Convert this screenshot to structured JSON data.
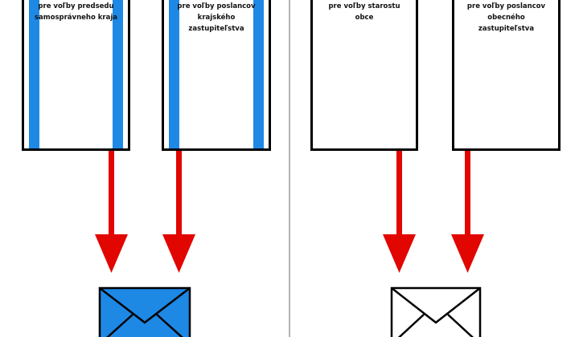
{
  "left": {
    "ballot_1": {
      "label": "pre voľby predsedu\nsamosprávneho kraja"
    },
    "ballot_2": {
      "label": "pre voľby poslancov\nkrajského zastupiteľstva"
    },
    "envelope": {
      "color": "#1e88e5"
    }
  },
  "right": {
    "ballot_3": {
      "label": "pre voľby starostu obce"
    },
    "ballot_4": {
      "label": "pre voľby poslancov\nobecného zastupiteľstva"
    },
    "envelope": {
      "color": "#ffffff"
    }
  },
  "colors": {
    "stripe": "#1e88e5",
    "arrow": "#e10600",
    "divider": "#b3b3b3",
    "outline": "#000000"
  }
}
